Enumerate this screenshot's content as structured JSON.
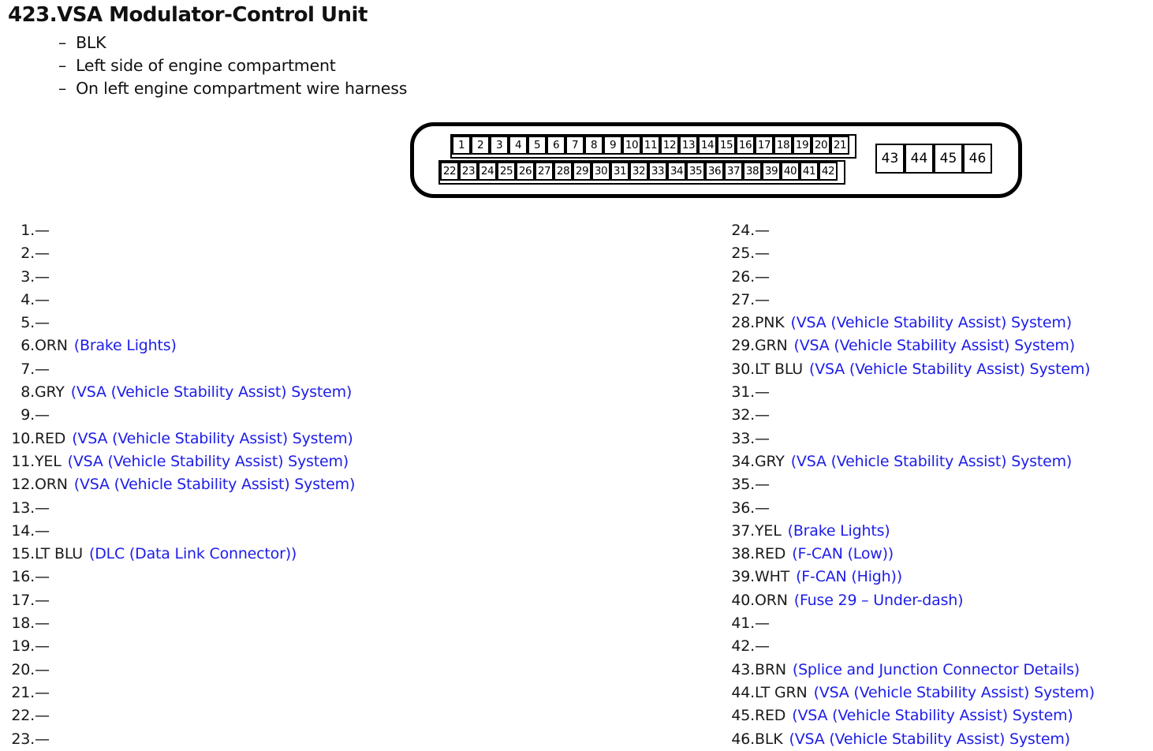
{
  "page": {
    "title": "423.VSA Modulator-Control Unit",
    "bullets": [
      {
        "dash": "–",
        "text": "BLK"
      },
      {
        "dash": "–",
        "text": "Left side of engine compartment"
      },
      {
        "dash": "–",
        "text": "On left engine compartment wire harness"
      }
    ]
  },
  "connector": {
    "top_row": [
      "1",
      "2",
      "3",
      "4",
      "5",
      "6",
      "7",
      "8",
      "9",
      "10",
      "11",
      "12",
      "13",
      "14",
      "15",
      "16",
      "17",
      "18",
      "19",
      "20",
      "21"
    ],
    "bottom_row": [
      "22",
      "23",
      "24",
      "25",
      "26",
      "27",
      "28",
      "29",
      "30",
      "31",
      "32",
      "33",
      "34",
      "35",
      "36",
      "37",
      "38",
      "39",
      "40",
      "41",
      "42"
    ],
    "aux_row": [
      "43",
      "44",
      "45",
      "46"
    ]
  },
  "pins_left": [
    {
      "num": "1.",
      "wire": "—",
      "link": ""
    },
    {
      "num": "2.",
      "wire": "—",
      "link": ""
    },
    {
      "num": "3.",
      "wire": "—",
      "link": ""
    },
    {
      "num": "4.",
      "wire": "—",
      "link": ""
    },
    {
      "num": "5.",
      "wire": "—",
      "link": ""
    },
    {
      "num": "6.",
      "wire": "ORN",
      "link": "(Brake Lights)"
    },
    {
      "num": "7.",
      "wire": "—",
      "link": ""
    },
    {
      "num": "8.",
      "wire": "GRY",
      "link": "(VSA (Vehicle Stability Assist) System)"
    },
    {
      "num": "9.",
      "wire": "—",
      "link": ""
    },
    {
      "num": "10.",
      "wire": "RED",
      "link": "(VSA (Vehicle Stability Assist) System)"
    },
    {
      "num": "11.",
      "wire": "YEL",
      "link": "(VSA (Vehicle Stability Assist) System)"
    },
    {
      "num": "12.",
      "wire": "ORN",
      "link": "(VSA (Vehicle Stability Assist) System)"
    },
    {
      "num": "13.",
      "wire": "—",
      "link": ""
    },
    {
      "num": "14.",
      "wire": "—",
      "link": ""
    },
    {
      "num": "15.",
      "wire": "LT BLU",
      "link": "(DLC (Data Link Connector))"
    },
    {
      "num": "16.",
      "wire": "—",
      "link": ""
    },
    {
      "num": "17.",
      "wire": "—",
      "link": ""
    },
    {
      "num": "18.",
      "wire": "—",
      "link": ""
    },
    {
      "num": "19.",
      "wire": "—",
      "link": ""
    },
    {
      "num": "20.",
      "wire": "—",
      "link": ""
    },
    {
      "num": "21.",
      "wire": "—",
      "link": ""
    },
    {
      "num": "22.",
      "wire": "—",
      "link": ""
    },
    {
      "num": "23.",
      "wire": "—",
      "link": ""
    }
  ],
  "pins_right": [
    {
      "num": "24.",
      "wire": "—",
      "link": ""
    },
    {
      "num": "25.",
      "wire": "—",
      "link": ""
    },
    {
      "num": "26.",
      "wire": "—",
      "link": ""
    },
    {
      "num": "27.",
      "wire": "—",
      "link": ""
    },
    {
      "num": "28.",
      "wire": "PNK",
      "link": "(VSA (Vehicle Stability Assist) System)"
    },
    {
      "num": "29.",
      "wire": "GRN",
      "link": "(VSA (Vehicle Stability Assist) System)"
    },
    {
      "num": "30.",
      "wire": "LT BLU",
      "link": "(VSA (Vehicle Stability Assist) System)"
    },
    {
      "num": "31.",
      "wire": "—",
      "link": ""
    },
    {
      "num": "32.",
      "wire": "—",
      "link": ""
    },
    {
      "num": "33.",
      "wire": "—",
      "link": ""
    },
    {
      "num": "34.",
      "wire": "GRY",
      "link": "(VSA (Vehicle Stability Assist) System)"
    },
    {
      "num": "35.",
      "wire": "—",
      "link": ""
    },
    {
      "num": "36.",
      "wire": "—",
      "link": ""
    },
    {
      "num": "37.",
      "wire": "YEL",
      "link": "(Brake Lights)"
    },
    {
      "num": "38.",
      "wire": "RED",
      "link": "(F-CAN (Low))"
    },
    {
      "num": "39.",
      "wire": "WHT",
      "link": "(F-CAN (High))"
    },
    {
      "num": "40.",
      "wire": "ORN",
      "link": "(Fuse 29 – Under-dash)"
    },
    {
      "num": "41.",
      "wire": "—",
      "link": ""
    },
    {
      "num": "42.",
      "wire": "—",
      "link": ""
    },
    {
      "num": "43.",
      "wire": "BRN",
      "link": "(Splice and Junction Connector Details)"
    },
    {
      "num": "44.",
      "wire": "LT GRN",
      "link": "(VSA (Vehicle Stability Assist) System)"
    },
    {
      "num": "45.",
      "wire": "RED",
      "link": "(VSA (Vehicle Stability Assist) System)"
    },
    {
      "num": "46.",
      "wire": "BLK",
      "link": "(VSA (Vehicle Stability Assist) System)"
    }
  ],
  "colors": {
    "link": "#1d1de8",
    "text": "#111111",
    "connector_line": "#000000"
  }
}
